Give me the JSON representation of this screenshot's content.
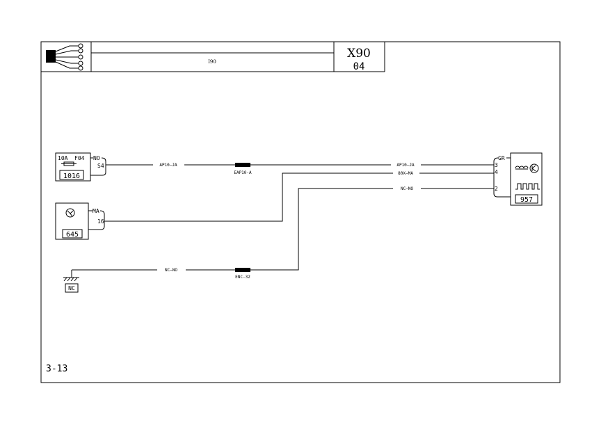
{
  "header": {
    "title": "X90",
    "subtitle": "04",
    "center_text": "I90"
  },
  "page_number": "3-13",
  "components": {
    "fuse": {
      "rating": "10A",
      "code": "F04",
      "wire_tag": "NO",
      "pin": "S4",
      "id": "1016"
    },
    "sensor": {
      "wire_tag": "MA",
      "pin": "16",
      "id": "645"
    },
    "ground": {
      "id": "NC"
    },
    "module": {
      "wire_tag": "GR",
      "pins": [
        "3",
        "4",
        "2"
      ],
      "id": "957"
    }
  },
  "wires": {
    "w1_left": "AP10—JA",
    "w1_right": "AP10—JA",
    "w2": "80X—MA",
    "w3": "NC—NO",
    "w4": "NC—NO"
  },
  "splices": {
    "s1": "EAP10-A",
    "s2": "ENC-32"
  }
}
